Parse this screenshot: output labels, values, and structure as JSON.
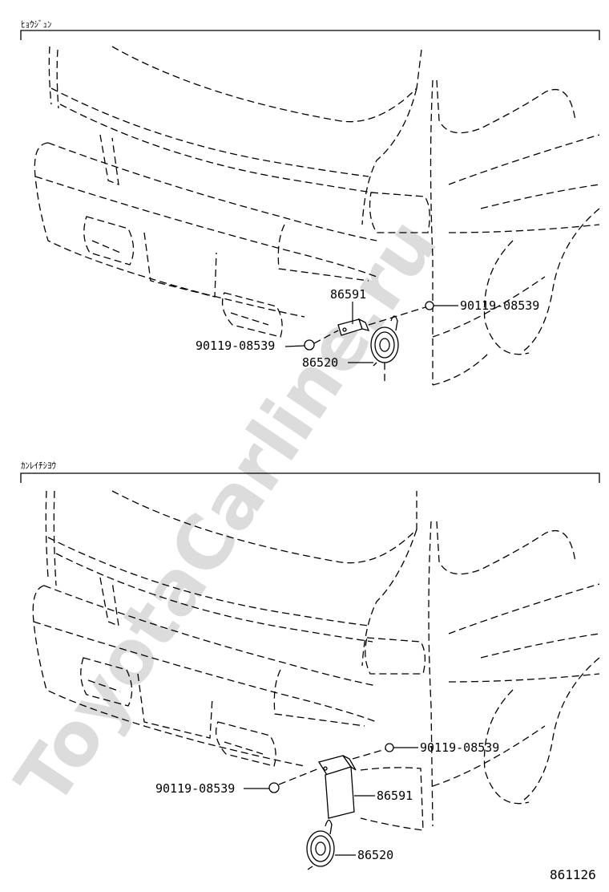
{
  "sections": [
    {
      "title": "ﾋｮｳｼﾞｭﾝ",
      "parts": {
        "bracket": "86591",
        "bolt_right": "90119-08539",
        "bolt_left": "90119-08539",
        "horn": "86520"
      }
    },
    {
      "title": "ｶﾝﾚｲﾁｼﾖｳ",
      "parts": {
        "bolt_right": "90119-08539",
        "bolt_left": "90119-08539",
        "bracket": "86591",
        "horn": "86520"
      }
    }
  ],
  "diagram_code": "861126",
  "watermark": "ToyotaCarline.ru"
}
